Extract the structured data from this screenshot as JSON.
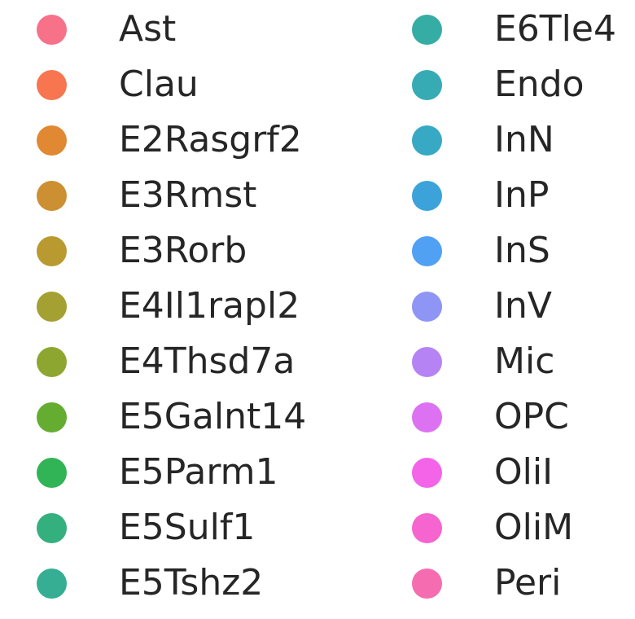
{
  "chart_data": {
    "type": "legend",
    "title": "",
    "columns": 2,
    "entries": [
      {
        "label": "Ast",
        "color": "#f77189"
      },
      {
        "label": "Clau",
        "color": "#f7754f"
      },
      {
        "label": "E2Rasgrf2",
        "color": "#e18832"
      },
      {
        "label": "E3Rmst",
        "color": "#cc8f32"
      },
      {
        "label": "E3Rorb",
        "color": "#b89a31"
      },
      {
        "label": "E4Il1rapl2",
        "color": "#a4a031"
      },
      {
        "label": "E4Thsd7a",
        "color": "#8da630"
      },
      {
        "label": "E5Galnt14",
        "color": "#64ad31"
      },
      {
        "label": "E5Parm1",
        "color": "#31b456"
      },
      {
        "label": "E5Sulf1",
        "color": "#34b07e"
      },
      {
        "label": "E5Tshz2",
        "color": "#35ae93"
      },
      {
        "label": "E6Tle4",
        "color": "#36ada4"
      },
      {
        "label": "Endo",
        "color": "#37abb4"
      },
      {
        "label": "InN",
        "color": "#38a9c5"
      },
      {
        "label": "InP",
        "color": "#3ba3da"
      },
      {
        "label": "InS",
        "color": "#50a0f4"
      },
      {
        "label": "InV",
        "color": "#8f95f4"
      },
      {
        "label": "Mic",
        "color": "#b683f4"
      },
      {
        "label": "OPC",
        "color": "#dc72f2"
      },
      {
        "label": "OliI",
        "color": "#f464e8"
      },
      {
        "label": "OliM",
        "color": "#f564cf"
      },
      {
        "label": "Peri",
        "color": "#f56db0"
      }
    ]
  }
}
